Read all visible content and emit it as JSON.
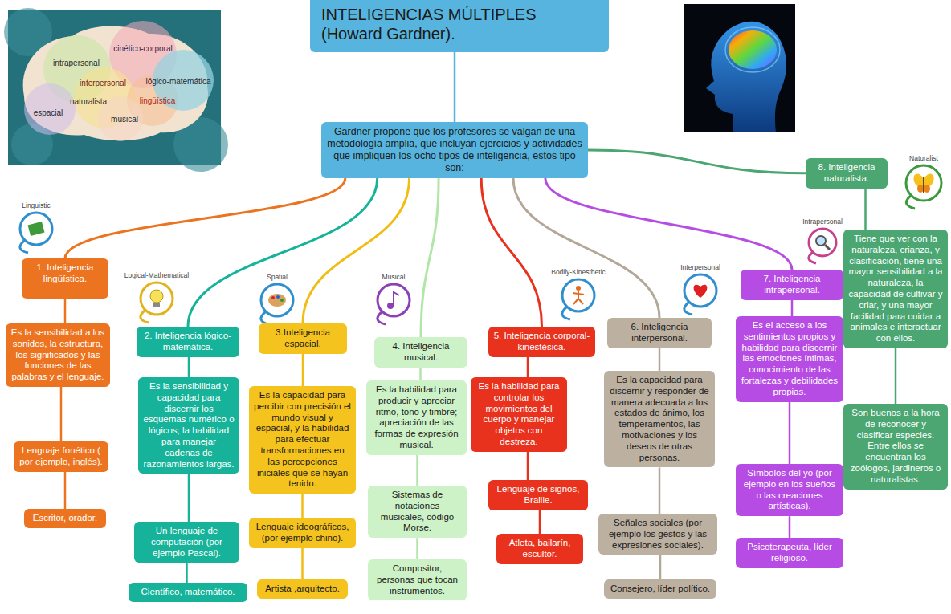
{
  "diagram": {
    "nodes": [
      {
        "text": [
          "INTELIGENCIAS MÚLTIPLES (Howard Gardner)."
        ]
      },
      {
        "text": [
          "Gardner propone que los profesores se valgan de una metodología amplia, que incluyan ejercicios y actividades que impliquen los ocho tipos de inteligencia, estos tipo son:"
        ]
      },
      {
        "text": [
          "1. Inteligencia lingüística."
        ]
      },
      {
        "text": [
          "Es la sensibilidad a los sonidos, la estructura, los significados y las funciones de las palabras y el lenguaje."
        ]
      },
      {
        "text": [
          "Lenguaje fonético ( por ejemplo, inglés)."
        ]
      },
      {
        "text": [
          "Escritor, orador."
        ]
      },
      {
        "text": [
          "2. Inteligencia lógico-matemática."
        ]
      },
      {
        "text": [
          "Es la sensibilidad y capacidad para discernir los esquemas numérico o lógicos; la habilidad para manejar cadenas de razonamientos largas."
        ]
      },
      {
        "text": [
          "Un lenguaje de computación (por ejemplo Pascal)."
        ]
      },
      {
        "text": [
          "Científico, matemático."
        ]
      },
      {
        "text": [
          "3.Inteligencia espacial."
        ]
      },
      {
        "text": [
          "Es la capacidad para percibir con precisión el mundo visual y espacial, y la habilidad para efectuar transformaciones en las percepciones iniciales que se hayan tenido."
        ]
      },
      {
        "text": [
          "Lenguaje ideográficos, (por ejemplo chino)."
        ]
      },
      {
        "text": [
          "Artista ,arquitecto."
        ]
      },
      {
        "text": [
          "4. Inteligencia musical."
        ]
      },
      {
        "text": [
          "Es la habilidad para producir y apreciar ritmo, tono y timbre; apreciación de las formas de expresión musical."
        ]
      },
      {
        "text": [
          "Sistemas de notaciones musicales, código Morse."
        ]
      },
      {
        "text": [
          "Compositor, personas que tocan instrumentos."
        ]
      },
      {
        "text": [
          "5. Inteligencia corporal-kinestésica."
        ]
      },
      {
        "text": [
          "Es la habilidad para controlar los movimientos del cuerpo y manejar objetos con destreza."
        ]
      },
      {
        "text": [
          "Lenguaje de signos, Braille."
        ]
      },
      {
        "text": [
          "Atleta, bailarín, escultor."
        ]
      },
      {
        "text": [
          "6. Inteligencia interpersonal."
        ]
      },
      {
        "text": [
          "Es la capacidad para discernir y responder de manera adecuada a los estados de ánimo, los temperamentos, las motivaciones y los deseos de otras personas."
        ]
      },
      {
        "text": [
          "Señales sociales (por ejemplo los gestos y las expresiones sociales)."
        ]
      },
      {
        "text": [
          "Consejero, líder político."
        ]
      },
      {
        "text": [
          "7. Inteligencia intrapersonal."
        ]
      },
      {
        "text": [
          "Es el acceso a los sentimientos propios y habilidad para discernir las emociones íntimas, conocimiento de las fortalezas y debilidades propias."
        ]
      },
      {
        "text": [
          "Símbolos del yo (por ejemplo en los sueños o las creaciones artísticas)."
        ]
      },
      {
        "text": [
          "Psicoterapeuta, líder religioso."
        ]
      },
      {
        "text": [
          "8. Inteligencia naturalista."
        ]
      },
      {
        "text": [
          "Tiene que ver con la naturaleza, crianza, y clasificación, tiene una mayor sensibilidad a la naturaleza, la capacidad de cultivar y criar, y una mayor facilidad para cuidar a animales e interactuar con ellos."
        ]
      },
      {
        "text": [
          "Son buenos a la hora de reconocer y clasificar especies. Entre ellos se encuentran los zoólogos, jardineros o naturalistas."
        ]
      }
    ],
    "edges": [
      {
        "from": 0,
        "to": 1,
        "arrow": "none"
      },
      {
        "from": 1,
        "to": 2,
        "arrow": "none"
      },
      {
        "from": 1,
        "to": 6,
        "arrow": "none"
      },
      {
        "from": 1,
        "to": 10,
        "arrow": "none"
      },
      {
        "from": 1,
        "to": 14,
        "arrow": "none"
      },
      {
        "from": 1,
        "to": 18,
        "arrow": "none"
      },
      {
        "from": 1,
        "to": 22,
        "arrow": "none"
      },
      {
        "from": 1,
        "to": 26,
        "arrow": "none"
      },
      {
        "from": 1,
        "to": 30,
        "arrow": "none"
      },
      {
        "from": 2,
        "to": 3,
        "arrow": "none"
      },
      {
        "from": 3,
        "to": 4,
        "arrow": "none"
      },
      {
        "from": 4,
        "to": 5,
        "arrow": "none"
      },
      {
        "from": 6,
        "to": 7,
        "arrow": "none"
      },
      {
        "from": 7,
        "to": 8,
        "arrow": "none"
      },
      {
        "from": 8,
        "to": 9,
        "arrow": "none"
      },
      {
        "from": 10,
        "to": 11,
        "arrow": "none"
      },
      {
        "from": 11,
        "to": 12,
        "arrow": "none"
      },
      {
        "from": 12,
        "to": 13,
        "arrow": "none"
      },
      {
        "from": 14,
        "to": 15,
        "arrow": "none"
      },
      {
        "from": 15,
        "to": 16,
        "arrow": "none"
      },
      {
        "from": 16,
        "to": 17,
        "arrow": "none"
      },
      {
        "from": 18,
        "to": 19,
        "arrow": "none"
      },
      {
        "from": 19,
        "to": 20,
        "arrow": "none"
      },
      {
        "from": 20,
        "to": 21,
        "arrow": "none"
      },
      {
        "from": 22,
        "to": 23,
        "arrow": "none"
      },
      {
        "from": 23,
        "to": 24,
        "arrow": "none"
      },
      {
        "from": 24,
        "to": 25,
        "arrow": "none"
      },
      {
        "from": 26,
        "to": 27,
        "arrow": "none"
      },
      {
        "from": 27,
        "to": 28,
        "arrow": "none"
      },
      {
        "from": 28,
        "to": 29,
        "arrow": "none"
      },
      {
        "from": 30,
        "to": 31,
        "arrow": "none"
      },
      {
        "from": 31,
        "to": 32,
        "arrow": "none"
      }
    ],
    "labels": [
      "intrapersonal",
      "cinético-corporal",
      "interpersonal",
      "lógico-matemática",
      "naturalista",
      "lingüística",
      "espacial",
      "musical",
      "Linguistic",
      "Logical-Mathematical",
      "Spatial",
      "Musical",
      "Bodily-Kinesthetic",
      "Interpersonal",
      "Intrapersonal",
      "Naturalist"
    ]
  }
}
